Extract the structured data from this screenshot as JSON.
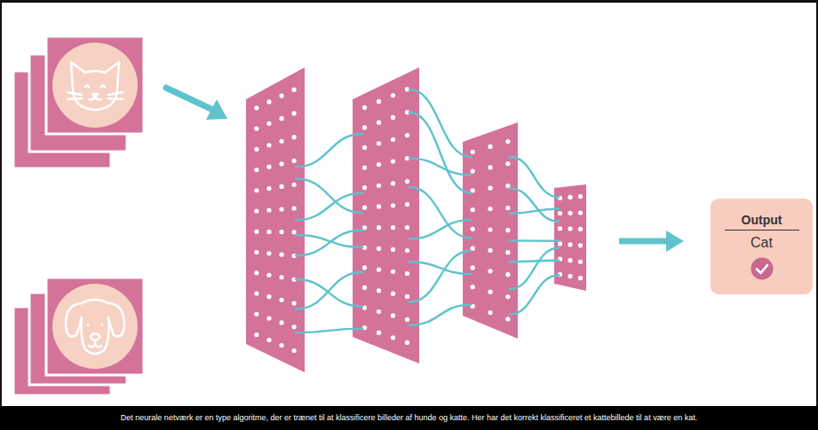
{
  "diagram": {
    "caption": "Det neurale netværk er en type algoritme, der er trænet til at klassificere billeder af hunde og katte. Her har det korrekt klassificeret et kattebillede til at være en kat.",
    "nodes": [
      {
        "text": [
          "Output",
          "Cat"
        ]
      }
    ]
  }
}
